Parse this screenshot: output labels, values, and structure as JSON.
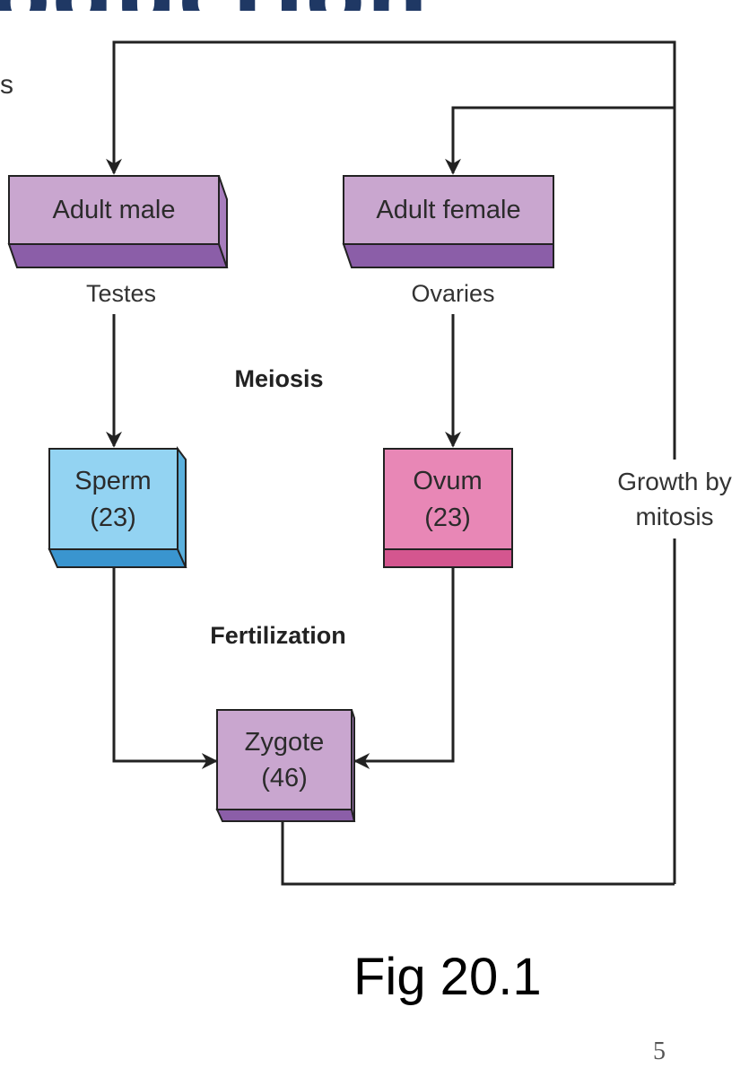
{
  "header": {
    "title_fragment": "oduction",
    "left_edge_mark": "s"
  },
  "diagram": {
    "nodes": {
      "adult_male": {
        "label": "Adult male"
      },
      "adult_female": {
        "label": "Adult female"
      },
      "sperm": {
        "line1": "Sperm",
        "line2": "(23)"
      },
      "ovum": {
        "line1": "Ovum",
        "line2": "(23)"
      },
      "zygote": {
        "line1": "Zygote",
        "line2": "(46)"
      }
    },
    "labels": {
      "testes": "Testes",
      "ovaries": "Ovaries",
      "meiosis": "Meiosis",
      "fertilization": "Fertilization",
      "growth_line1": "Growth by",
      "growth_line2": "mitosis"
    }
  },
  "caption": "Fig 20.1",
  "page_number": "5",
  "colors": {
    "adult_box_face": "#c9a6cf",
    "adult_box_dark": "#8b5ea8",
    "sperm_face": "#93d3f2",
    "sperm_dark": "#3a95cf",
    "ovum_face": "#e887b6",
    "ovum_dark": "#d4568f",
    "zygote_face": "#c9a6cf",
    "zygote_dark": "#8b5ea8",
    "title": "#1f3864"
  }
}
